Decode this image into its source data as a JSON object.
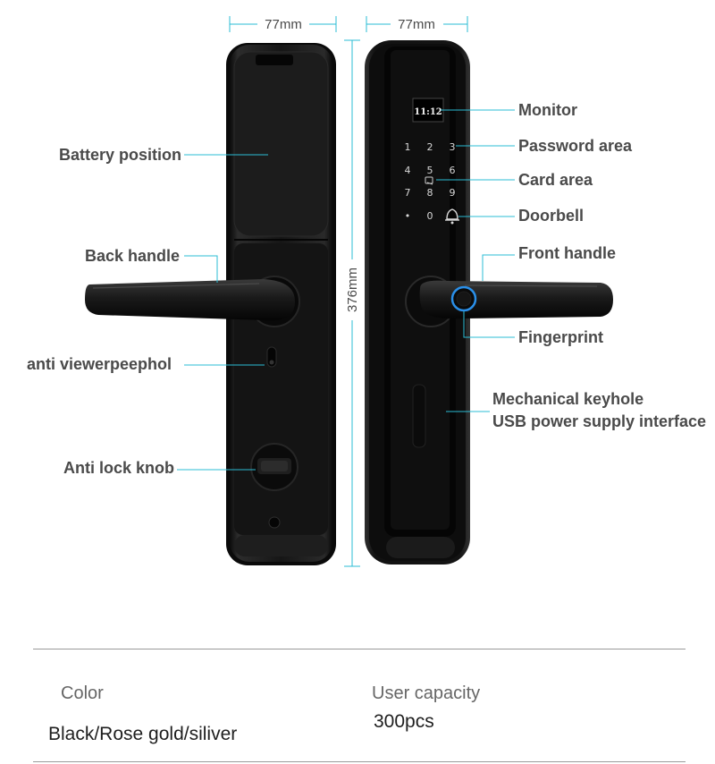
{
  "dimensions": {
    "width_back": "77mm",
    "width_front": "77mm",
    "height": "376mm"
  },
  "screen_time": "11:12",
  "keypad": [
    "1",
    "2",
    "3",
    "4",
    "5",
    "6",
    "7",
    "8",
    "9",
    "•",
    "0"
  ],
  "labels_left": {
    "battery": "Battery position",
    "back_handle": "Back handle",
    "peephole": "anti viewerpeephol",
    "anti_lock": "Anti lock knob"
  },
  "labels_right": {
    "monitor": "Monitor",
    "password": "Password area",
    "card": "Card area",
    "doorbell": "Doorbell",
    "front_handle": "Front handle",
    "fingerprint": "Fingerprint",
    "keyhole_line1": "Mechanical keyhole",
    "keyhole_line2": "USB power supply interface"
  },
  "specs": {
    "color_label": "Color",
    "color_value": "Black/Rose gold/siliver",
    "capacity_label": "User capacity",
    "capacity_value": "300pcs"
  },
  "colors": {
    "leader": "#2bbcd4",
    "body": "#151515",
    "label": "#4a4a4a"
  }
}
